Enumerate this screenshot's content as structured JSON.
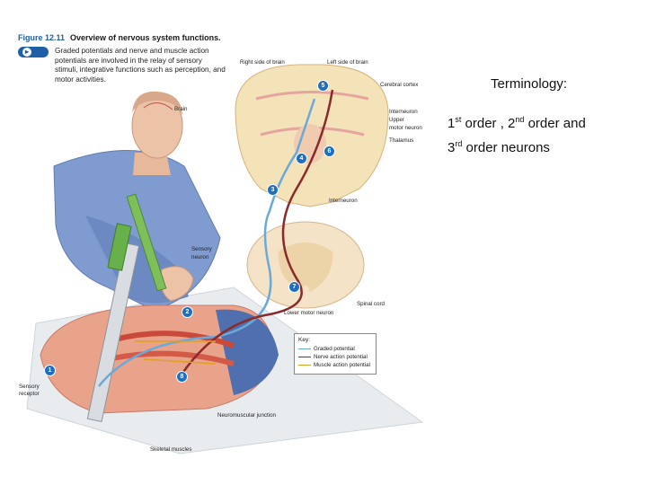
{
  "figure": {
    "number": "Figure 12.11",
    "title": "Overview of nervous system functions.",
    "badge_icon": "play-icon",
    "caption": "Graded potentials and nerve and muscle action potentials are involved in the relay of sensory stimuli, integrative functions such as perception, and motor activities.",
    "labels": {
      "brain": "Brain",
      "right_side": "Right side of brain",
      "left_side": "Left side of brain",
      "cerebral_cortex": "Cerebral cortex",
      "interneuron_top": "Interneuron",
      "upper_motor_1": "Upper",
      "upper_motor_2": "motor neuron",
      "thalamus": "Thalamus",
      "interneuron_bottom": "Interneuron",
      "sensory_neuron_1": "Sensory",
      "sensory_neuron_2": "neuron",
      "spinal_cord": "Spinal cord",
      "lower_motor_neuron": "Lower motor neuron",
      "sensory_receptor_1": "Sensory",
      "sensory_receptor_2": "receptor",
      "neuromuscular_junction": "Neuromuscular junction",
      "skeletal_muscles": "Skeletal muscles"
    },
    "steps": [
      "1",
      "2",
      "3",
      "4",
      "5",
      "6",
      "7",
      "8"
    ],
    "key": {
      "title": "Key:",
      "items": [
        {
          "label": "Graded potential",
          "color": "#6aa9d8"
        },
        {
          "label": "Nerve action potential",
          "color": "#8a2a2a"
        },
        {
          "label": "Muscle action potential",
          "color": "#e0a020"
        }
      ]
    }
  },
  "terminology": {
    "heading": "Terminology:",
    "line1_a": "1",
    "line1_sup1": "st",
    "line1_b": " order , 2",
    "line1_sup2": "nd",
    "line1_c": " order and",
    "line2_a": "3",
    "line2_sup": "rd",
    "line2_b": " order neurons"
  }
}
